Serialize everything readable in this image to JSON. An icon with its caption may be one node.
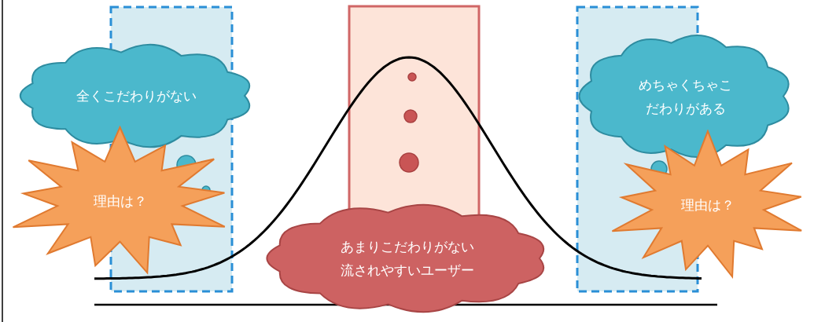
{
  "diagram": {
    "nodes": [
      {
        "text": [
          "全くこだわりがない"
        ]
      },
      {
        "text": [
          "理由は？"
        ]
      },
      {
        "text": [
          "あまりこだわりがない流されやすいユーザー"
        ]
      },
      {
        "text": [
          "めちゃくちゃこだわりがある"
        ]
      },
      {
        "text": [
          "理由は？"
        ]
      }
    ]
  }
}
